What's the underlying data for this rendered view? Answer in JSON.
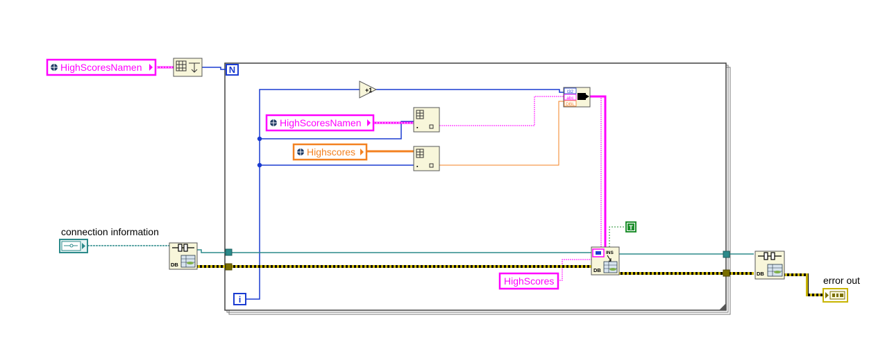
{
  "diagram": {
    "globals": {
      "outer_array": {
        "label": "HighScoresNamen",
        "color": "#ff00ff"
      },
      "inner_array": {
        "label": "HighScoresNamen",
        "color": "#ff00ff"
      },
      "scores_array": {
        "label": "Highscores",
        "color": "#f38120"
      }
    },
    "loop": {
      "count_terminal": "N",
      "iteration_terminal": "i",
      "increment_label": "+1"
    },
    "connection": {
      "label": "connection information"
    },
    "table_constant": {
      "value": "HighScores"
    },
    "true_constant": {
      "value": "T"
    },
    "bundle_labels": {
      "int": "I32",
      "string": "abc",
      "double": "DBL"
    },
    "insert_node": {
      "label": "INS"
    },
    "db_icon": {
      "label": "DB"
    },
    "error_out": {
      "label": "error out"
    },
    "colors": {
      "string_wire": "#ff00ff",
      "int_wire": "#1a3bd1",
      "double_wire": "#f38120",
      "refnum_wire": "#2b8a8a",
      "error_wire": "#c8b400",
      "node_fill": "#f8f6da",
      "loop_border": "#404040"
    }
  }
}
